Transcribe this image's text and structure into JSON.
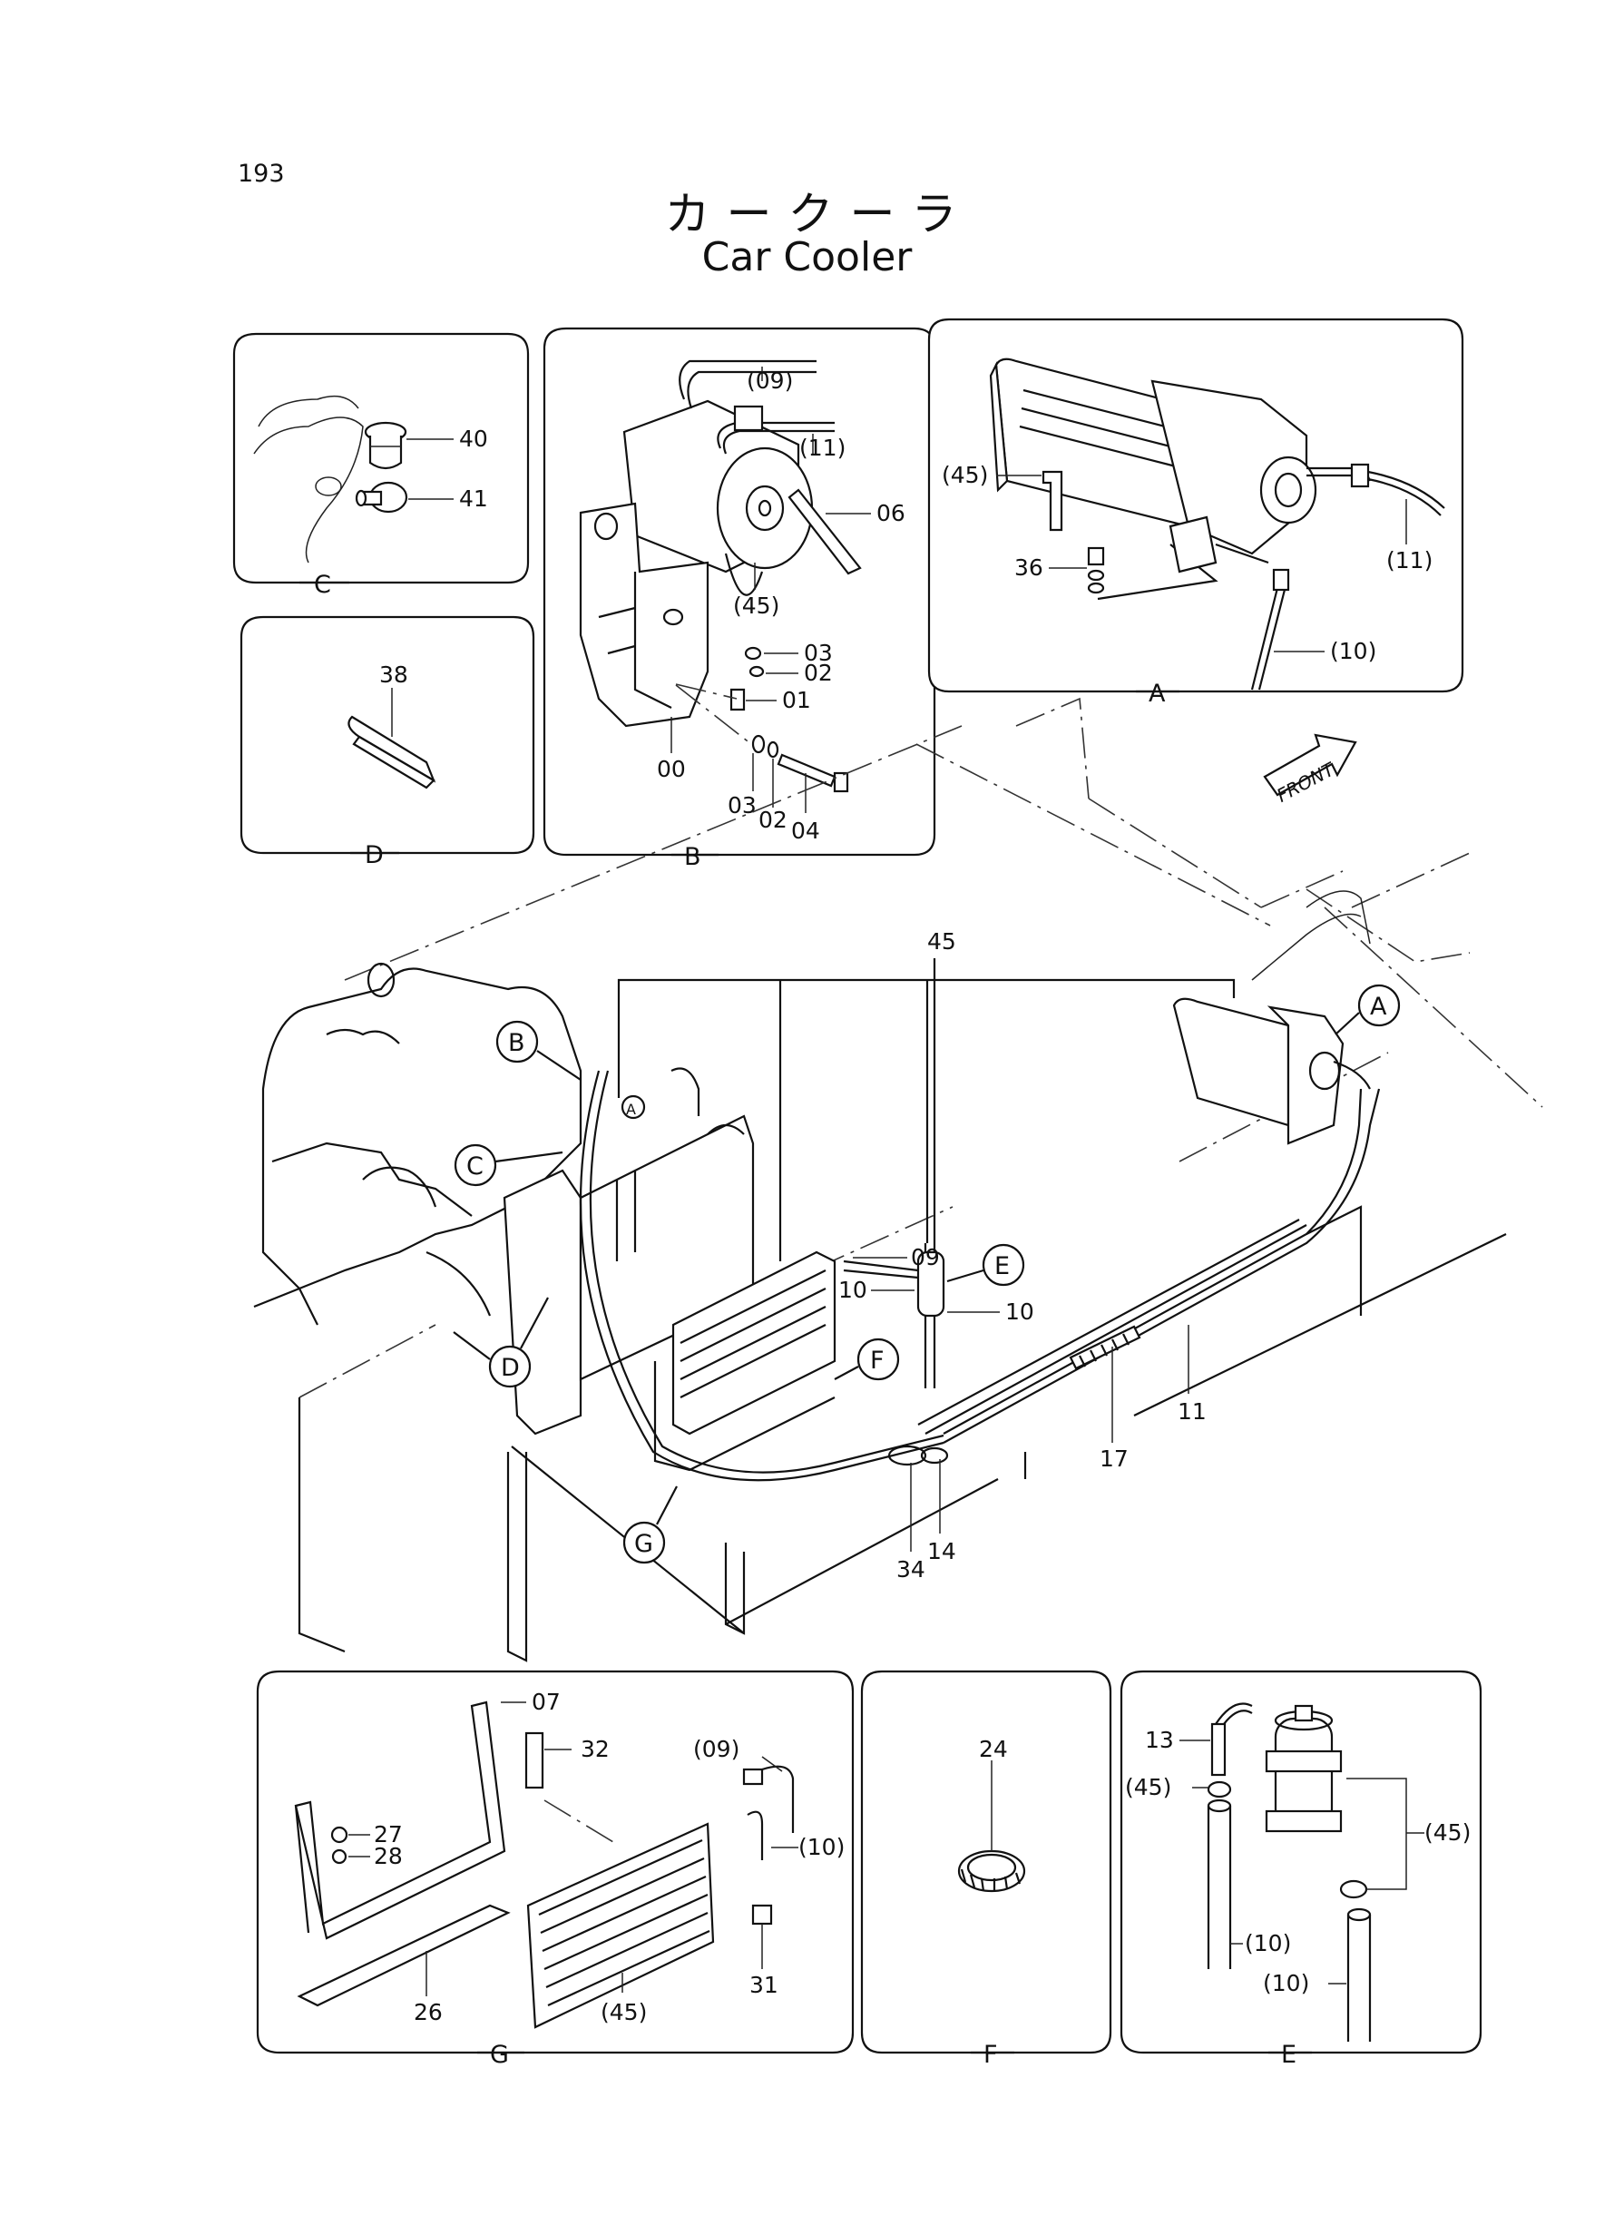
{
  "page_number": "193",
  "title_jp": "カークーラ",
  "title_en": "Car Cooler",
  "front_label": "FRONT",
  "panels": {
    "C": {
      "label": "C",
      "parts": [
        "40",
        "41"
      ]
    },
    "B": {
      "label": "B",
      "parts": [
        "(09)",
        "(11)",
        "06",
        "(45)",
        "03",
        "02",
        "01",
        "00",
        "03",
        "02",
        "04"
      ]
    },
    "A": {
      "label": "A",
      "parts": [
        "(45)",
        "36",
        "(11)",
        "(10)"
      ]
    },
    "D": {
      "label": "D",
      "parts": [
        "38"
      ]
    },
    "G": {
      "label": "G",
      "parts": [
        "07",
        "32",
        "(09)",
        "27",
        "28",
        "(10)",
        "26",
        "(45)",
        "31"
      ]
    },
    "F": {
      "label": "F",
      "parts": [
        "24"
      ]
    },
    "E": {
      "label": "E",
      "parts": [
        "13",
        "(45)",
        "(45)",
        "(10)",
        "(10)"
      ]
    }
  },
  "main": {
    "parts": [
      "45",
      "09",
      "10",
      "10",
      "17",
      "11",
      "34",
      "14"
    ],
    "callouts": [
      "A",
      "B",
      "C",
      "D",
      "E",
      "F",
      "G"
    ],
    "inline_callout": "A"
  }
}
